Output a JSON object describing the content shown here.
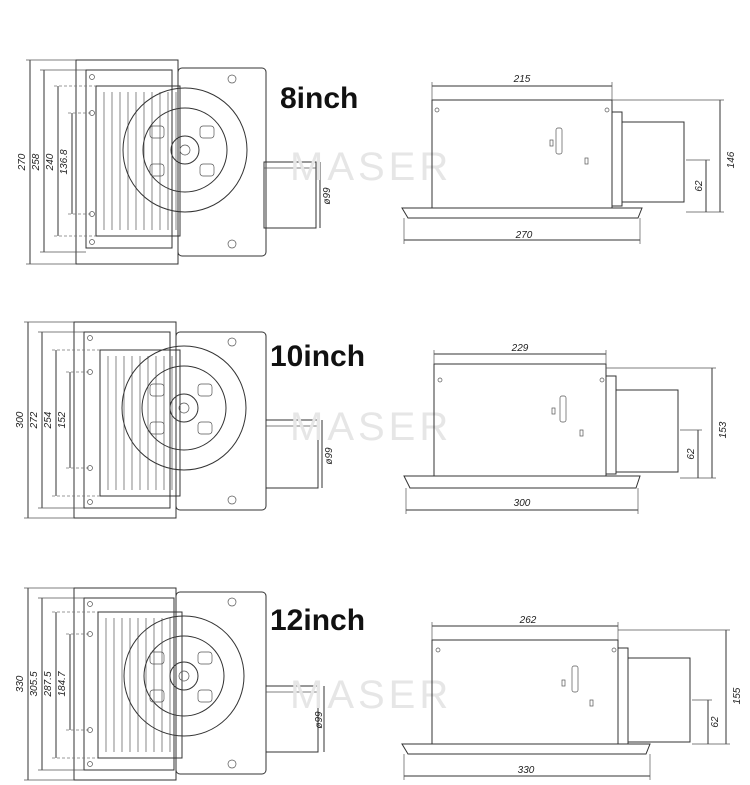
{
  "watermark": "MASER",
  "variants": [
    {
      "size_label": "8inch",
      "front": {
        "overall_height": "270",
        "panel_height": "258",
        "frame_height": "240",
        "hole_spacing": "136.8",
        "duct_diameter": "ø99"
      },
      "side": {
        "body_width": "215",
        "panel_width": "270",
        "total_height": "146",
        "duct_height": "62"
      }
    },
    {
      "size_label": "10inch",
      "front": {
        "overall_height": "300",
        "panel_height": "272",
        "frame_height": "254",
        "hole_spacing": "152",
        "duct_diameter": "ø99"
      },
      "side": {
        "body_width": "229",
        "panel_width": "300",
        "total_height": "153",
        "duct_height": "62"
      }
    },
    {
      "size_label": "12inch",
      "front": {
        "overall_height": "330",
        "panel_height": "305.5",
        "frame_height": "287.5",
        "hole_spacing": "184.7",
        "duct_diameter": "ø99"
      },
      "side": {
        "body_width": "262",
        "panel_width": "330",
        "total_height": "155",
        "duct_height": "62"
      }
    }
  ]
}
